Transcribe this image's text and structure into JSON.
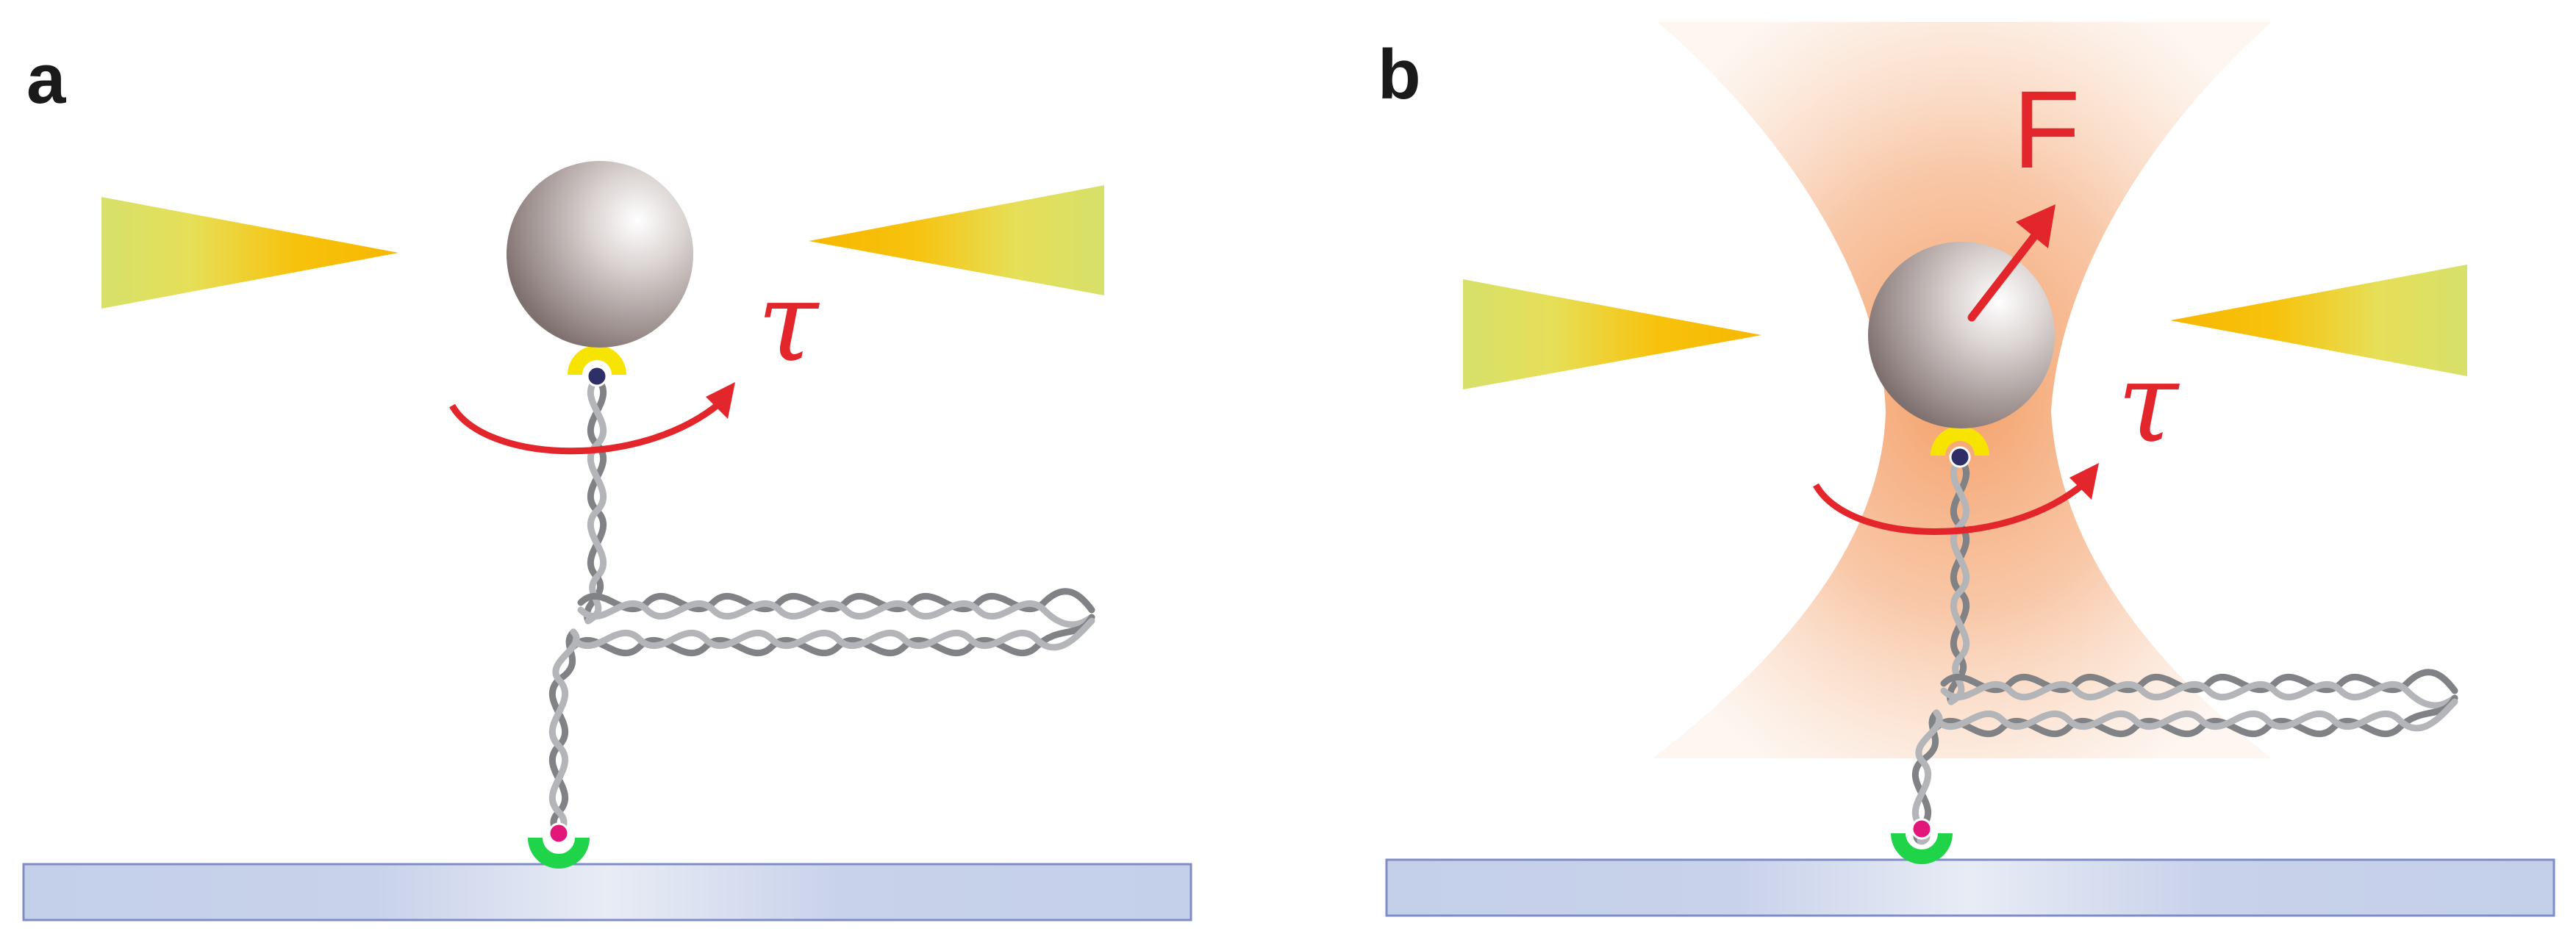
{
  "panels": [
    {
      "letter": "a",
      "torque_label": "τ"
    },
    {
      "letter": "b",
      "torque_label": "τ",
      "force_label": "F"
    }
  ],
  "colors": {
    "text_red": "#e3262b",
    "surface": "#c6d1ea",
    "bead": "#8c7f7f",
    "anchor_top": "#f6e400",
    "anchor_bottom": "#20d44a",
    "trap_beam": "#f4a779",
    "magnet_cone": "#f7c20d"
  }
}
